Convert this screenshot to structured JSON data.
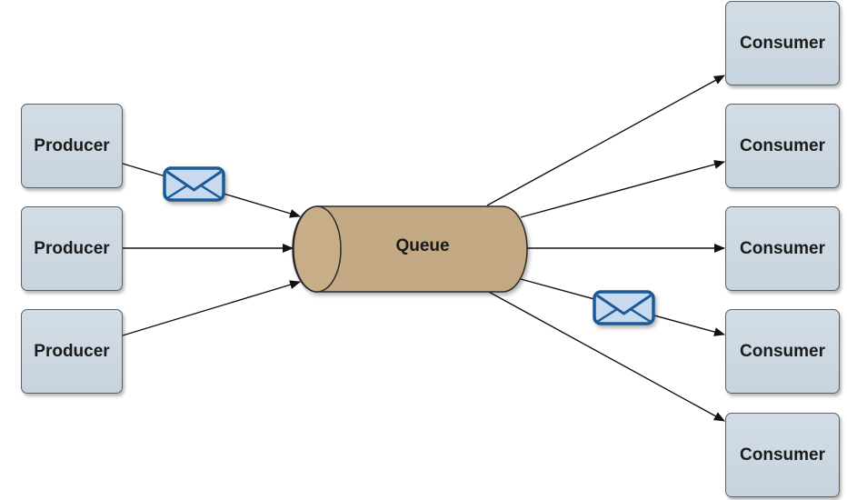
{
  "producers": [
    {
      "label": "Producer"
    },
    {
      "label": "Producer"
    },
    {
      "label": "Producer"
    }
  ],
  "queue": {
    "label": "Queue"
  },
  "consumers": [
    {
      "label": "Consumer"
    },
    {
      "label": "Consumer"
    },
    {
      "label": "Consumer"
    },
    {
      "label": "Consumer"
    },
    {
      "label": "Consumer"
    }
  ],
  "colors": {
    "box_fill": "#cdd8e2",
    "box_border": "#5a5f66",
    "queue_fill": "#c2a983",
    "queue_border": "#2a2a2a",
    "envelope_fill": "#c8daf0",
    "envelope_border": "#1f5a96",
    "arrow": "#111111"
  },
  "icons": [
    "envelope-icon",
    "envelope-icon"
  ]
}
